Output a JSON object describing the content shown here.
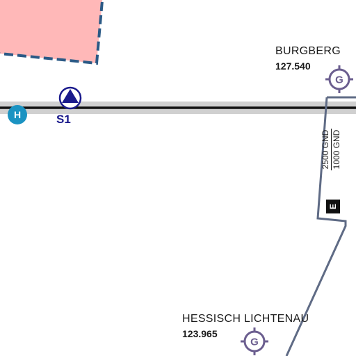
{
  "colors": {
    "restricted_fill": "#ffb8b8",
    "restricted_border": "#2b5a86",
    "airspace_line": "#5f6b85",
    "route_line": "#111111",
    "route_casing": "#d0d0d0",
    "vor_symbol": "#6b5e8f",
    "reporting_point": "#1a1a8c",
    "heliport": "#1b93c2"
  },
  "stations": [
    {
      "name": "BURGBERG",
      "frequency": "127.540",
      "icon": "vor-compass-rose-icon"
    },
    {
      "name": "HESSISCH LICHTENAU",
      "frequency": "123.965",
      "icon": "vor-compass-rose-icon"
    }
  ],
  "reporting_point": {
    "label": "S1",
    "icon": "compulsory-reporting-point-icon"
  },
  "heliport": {
    "label": "H",
    "icon": "heliport-icon"
  },
  "airspace": {
    "upper_limit": "2500 GND",
    "lower_limit": "1000 GND",
    "class": "E"
  }
}
